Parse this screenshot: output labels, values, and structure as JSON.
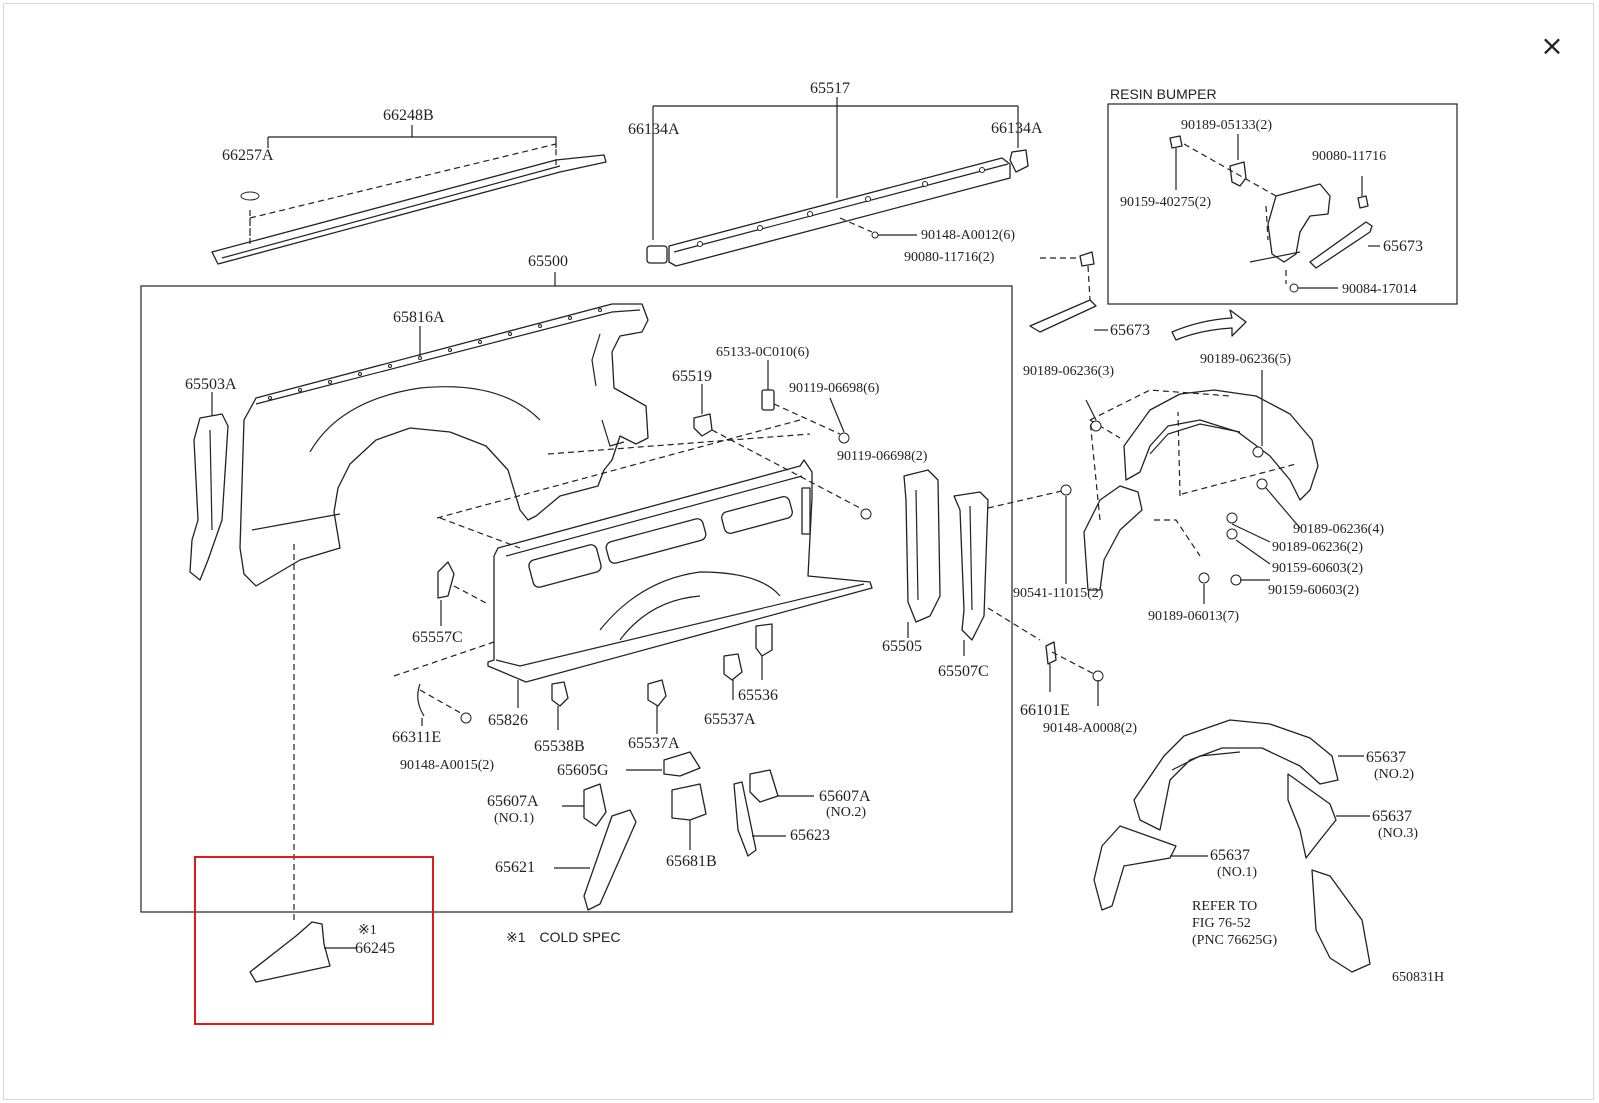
{
  "viewer": {
    "close_label": "×"
  },
  "highlight_color": "#e0191e",
  "diagram": {
    "labels": {
      "p66248B": "66248B",
      "p66257A": "66257A",
      "p65517": "65517",
      "p66134A_l": "66134A",
      "p66134A_r": "66134A",
      "p90148A0012": "90148-A0012(6)",
      "p9008011716_2": "90080-11716(2)",
      "p65500": "65500",
      "p65816A": "65816A",
      "p65503A": "65503A",
      "p651330C010": "65133-0C010(6)",
      "p65519": "65519",
      "p9011906698_6": "90119-06698(6)",
      "p9011906698_2": "90119-06698(2)",
      "p65557C": "65557C",
      "p66311E": "66311E",
      "p90148A0015": "90148-A0015(2)",
      "p65826": "65826",
      "p65538B": "65538B",
      "p65537A_a": "65537A",
      "p65536": "65536",
      "p65537A_b": "65537A",
      "p65505": "65505",
      "p65507C": "65507C",
      "p65605G": "65605G",
      "p65607A_l": "65607A",
      "no1_l": "(NO.1)",
      "p65607A_r": "65607A",
      "no2_r": "(NO.2)",
      "p65623": "65623",
      "p65681B": "65681B",
      "p65621": "65621",
      "p66245": "66245",
      "mark1": "※1",
      "cold_spec": "※1　COLD SPEC",
      "resin_bumper": "RESIN BUMPER",
      "p9018905133": "90189-05133(2)",
      "p9008011716": "90080-11716",
      "p9015940275": "90159-40275(2)",
      "p65673_in": "65673",
      "p9008417014": "90084-17014",
      "p65673": "65673",
      "p9018906236_3": "90189-06236(3)",
      "p9018906236_5": "90189-06236(5)",
      "p9018906236_4": "90189-06236(4)",
      "p9018906236_2": "90189-06236(2)",
      "p9015960603_a": "90159-60603(2)",
      "p9015960603_b": "90159-60603(2)",
      "p9054111015": "90541-11015(2)",
      "p9018906013": "90189-06013(7)",
      "p66101E": "66101E",
      "p90148A0008": "90148-A0008(2)",
      "p65637_2": "65637",
      "no2_637": "(NO.2)",
      "p65637_3": "65637",
      "no3_637": "(NO.3)",
      "p65637_1": "65637",
      "no1_637": "(NO.1)",
      "refer1": "REFER TO",
      "refer2": "FIG 76-52",
      "refer3": "(PNC 76625G)",
      "fig_code": "650831H"
    }
  }
}
